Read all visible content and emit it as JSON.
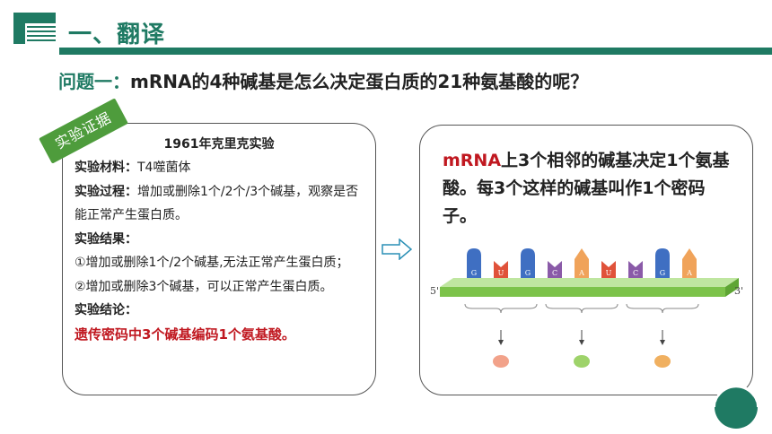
{
  "header": {
    "title": "一、翻译"
  },
  "question": {
    "lead": "问题一：",
    "text": "mRNA的4种碱基是怎么决定蛋白质的21种氨基酸的呢？"
  },
  "stamp": {
    "label": "实验证据"
  },
  "experiment": {
    "title": "1961年克里克实验",
    "material_label": "实验材料：",
    "material": "T4噬菌体",
    "process_label": "实验过程：",
    "process": "增加或删除1个/2个/3个碱基，观察是否能正常产生蛋白质。",
    "result_label": "实验结果：",
    "result1": "①增加或删除1个/2个碱基,无法正常产生蛋白质；",
    "result2": "②增加或删除3个碱基，可以正常产生蛋白质。",
    "conclusion_label": "实验结论：",
    "conclusion": "遗传密码中3个碱基编码1个氨基酸。"
  },
  "codon": {
    "highlight": "mRNA",
    "text": "上3个相邻的碱基决定1个氨基酸。每3个这样的碱基叫作1个密码子。"
  },
  "diagram": {
    "five_prime": "5'",
    "three_prime": "3'",
    "bases": [
      {
        "letter": "G",
        "shape": "round",
        "color": "#3f6fc2"
      },
      {
        "letter": "U",
        "shape": "notch",
        "color": "#e0523a"
      },
      {
        "letter": "G",
        "shape": "round",
        "color": "#3f6fc2"
      },
      {
        "letter": "C",
        "shape": "notch",
        "color": "#8a5aa8"
      },
      {
        "letter": "A",
        "shape": "point",
        "color": "#f0a35a"
      },
      {
        "letter": "U",
        "shape": "notch",
        "color": "#e0523a"
      },
      {
        "letter": "C",
        "shape": "notch",
        "color": "#8a5aa8"
      },
      {
        "letter": "G",
        "shape": "round",
        "color": "#3f6fc2"
      },
      {
        "letter": "A",
        "shape": "point",
        "color": "#f0a35a"
      }
    ],
    "amino_colors": [
      "#f2a28a",
      "#9ed36a",
      "#f0b060"
    ]
  }
}
